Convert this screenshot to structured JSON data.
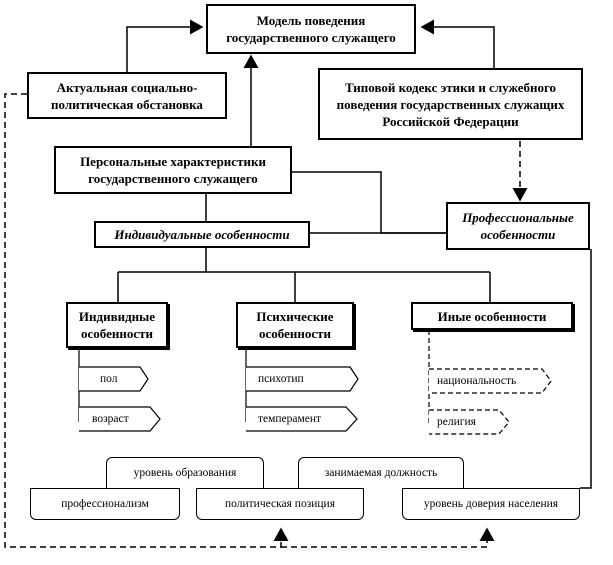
{
  "top": {
    "model": "Модель поведения государственного служащего",
    "situation": "Актуальная социально-политическая обстановка",
    "codex": "Типовой кодекс этики и служебного поведения государственных служащих Российской Федерации"
  },
  "personal": "Персональные характеристики государственного служащего",
  "individual": "Индивидуальные особенности",
  "professional": "Профессиональные особенности",
  "categories": {
    "individual_traits": "Индивидные особенности",
    "psychic": "Психические особенности",
    "other": "Иные особенности"
  },
  "leaves": {
    "individual_traits": [
      "пол",
      "возраст"
    ],
    "psychic": [
      "психотип",
      "темперамент"
    ],
    "other": [
      "национальность",
      "религия"
    ]
  },
  "bottom": {
    "tabs": [
      "уровень образования",
      "занимаемая должность"
    ],
    "cells": [
      "профессионализм",
      "политическая позиция",
      "уровень доверия населения"
    ]
  }
}
